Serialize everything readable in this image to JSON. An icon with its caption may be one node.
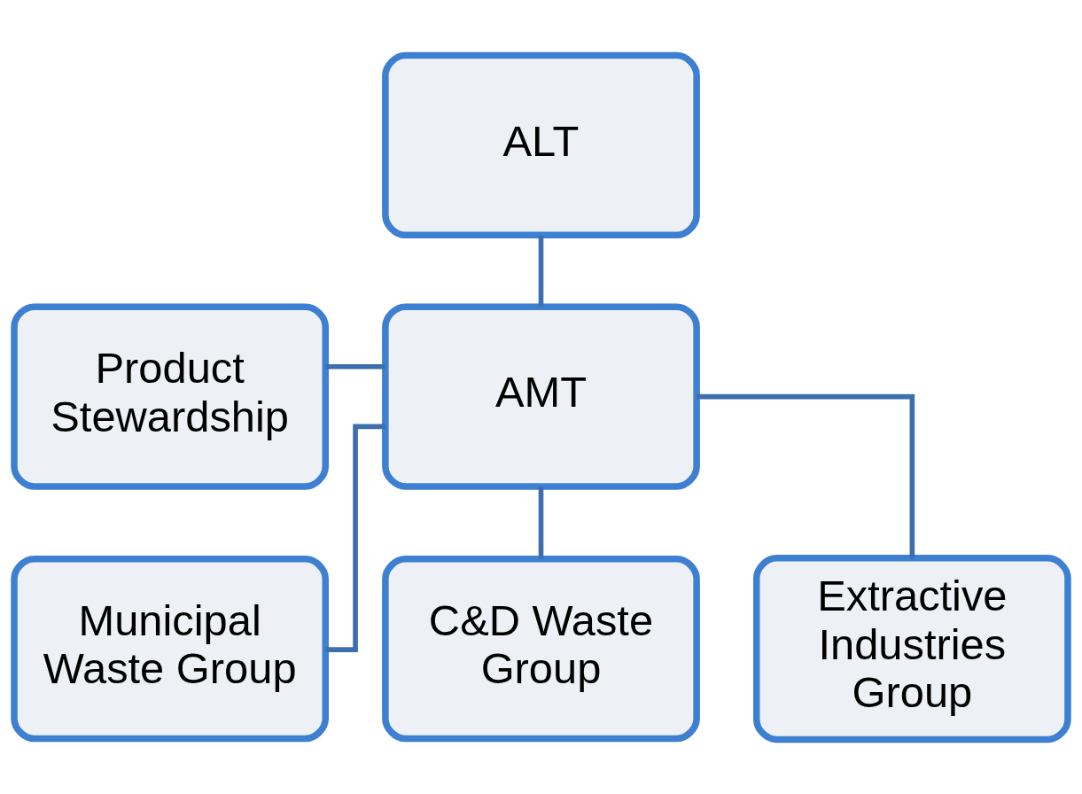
{
  "diagram": {
    "nodes": [
      {
        "text": [
          "ALT"
        ]
      },
      {
        "text": [
          "Product Stewardship"
        ]
      },
      {
        "text": [
          "AMT"
        ]
      },
      {
        "text": [
          "Municipal Waste Group"
        ]
      },
      {
        "text": [
          "C&D Waste Group"
        ]
      },
      {
        "text": [
          "Extractive Industries Group"
        ]
      }
    ],
    "edges": [
      {
        "from": 0,
        "to": 2,
        "arrow": "none"
      },
      {
        "from": 1,
        "to": 2,
        "arrow": "none"
      },
      {
        "from": 2,
        "to": 3,
        "arrow": "none"
      },
      {
        "from": 2,
        "to": 4,
        "arrow": "none"
      },
      {
        "from": 2,
        "to": 5,
        "arrow": "none"
      }
    ]
  }
}
